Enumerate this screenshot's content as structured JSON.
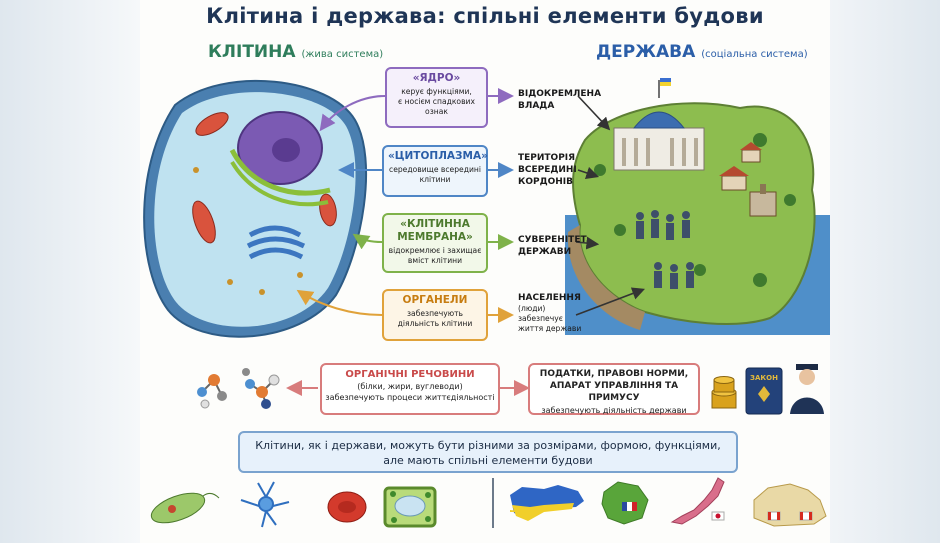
{
  "title": "Клітина і держава: спільні елементи будови",
  "cell": {
    "heading": "КЛІТИНА",
    "sub": "(жива система)"
  },
  "state": {
    "heading": "ДЕРЖАВА",
    "sub": "(соціальна система)"
  },
  "comparisons": [
    {
      "cell_term": "«ЯДРО»",
      "desc_lines": [
        "керує функціями,",
        "є носієм спадкових",
        "ознак"
      ],
      "state_term_lines": [
        "ВІДОКРЕМЛЕНА",
        "ВЛАДА"
      ],
      "state_desc_lines": [],
      "color": "#8e6bbf"
    },
    {
      "cell_term": "«ЦИТОПЛАЗМА»",
      "desc_lines": [
        "середовище всередині",
        "клітини"
      ],
      "state_term_lines": [
        "ТЕРИТОРІЯ",
        "ВСЕРЕДИНІ",
        "КОРДОНІВ"
      ],
      "state_desc_lines": [],
      "color": "#4f86c6"
    },
    {
      "cell_term_lines": [
        "«КЛІТИННА",
        "МЕМБРАНА»"
      ],
      "desc_lines": [
        "відокремлює і захищає",
        "вміст клітини"
      ],
      "state_term_lines": [
        "СУВЕРЕНІТЕТ",
        "ДЕРЖАВИ"
      ],
      "state_desc_lines": [],
      "color": "#7fb24a"
    },
    {
      "cell_term": "ОРГАНЕЛИ",
      "desc_lines": [
        "забезпечують",
        "діяльність клітини"
      ],
      "state_term_lines": [
        "НАСЕЛЕННЯ"
      ],
      "state_desc_lines": [
        "(люди)",
        "забезпечує",
        "життя держави"
      ],
      "color": "#e0a23a"
    }
  ],
  "organic": {
    "title": "ОРГАНІЧНІ РЕЧОВИНИ",
    "sub": "(білки, жири, вуглеводи)",
    "desc": "забезпечують процеси життєдіяльності"
  },
  "taxes": {
    "title_lines": [
      "ПОДАТКИ, ПРАВОВІ НОРМИ,",
      "АПАРАТ УПРАВЛІННЯ ТА ПРИМУСУ"
    ],
    "desc": "забезпечують діяльність держави"
  },
  "book_label": "ЗАКОН",
  "note_lines": [
    "Клітини, як і держави, можуть бути різними за розмірами, формою, функціями,",
    "але мають спільні елементи будови"
  ],
  "colors": {
    "title": "#1f3556",
    "cell_heading": "#2e7d5b",
    "state_heading": "#2b5ea8",
    "red": "#d87c7c",
    "note_border": "#7aa3cf"
  }
}
